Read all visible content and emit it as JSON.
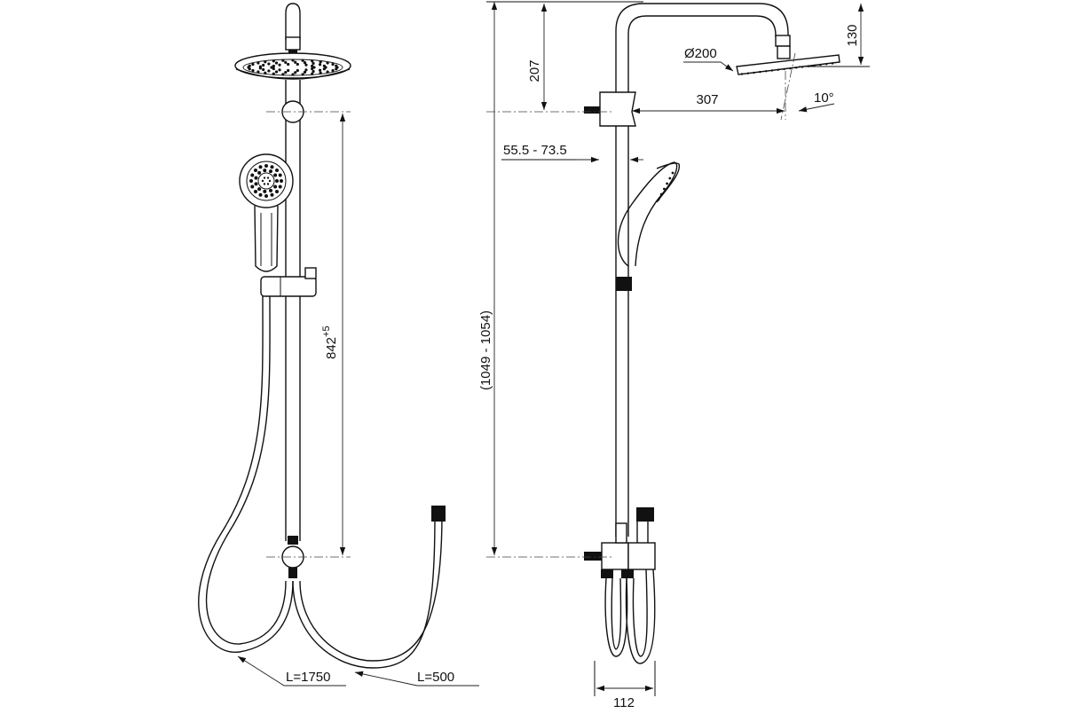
{
  "front_view": {
    "rail_height_main": "842",
    "rail_height_tol": "+5",
    "hose_long": "L=1750",
    "hose_short": "L=500"
  },
  "side_view": {
    "overall_height": "(1049 - 1054)",
    "arm_drop": "207",
    "head_drop": "130",
    "head_diameter": "Ø200",
    "arm_reach": "307",
    "wall_offset": "55.5 - 73.5",
    "tilt_angle": "10°",
    "mixer_depth": "112"
  }
}
